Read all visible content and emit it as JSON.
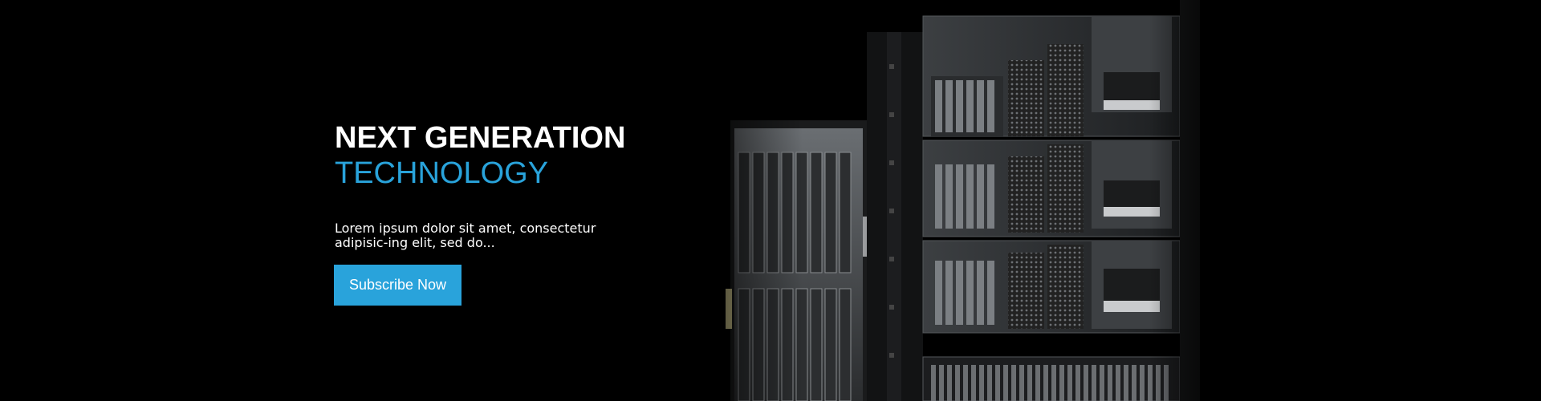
{
  "hero": {
    "headline_line1": "NEXT GENERATION",
    "headline_line2": "TECHNOLOGY",
    "body": "Lorem ipsum dolor sit amet, consectetur adipisic-ing elit, sed do...",
    "cta_label": "Subscribe Now"
  },
  "colors": {
    "accent": "#29a3db",
    "background": "#000000",
    "text": "#ffffff"
  },
  "icons": {
    "background_image": "server-rack-image"
  }
}
